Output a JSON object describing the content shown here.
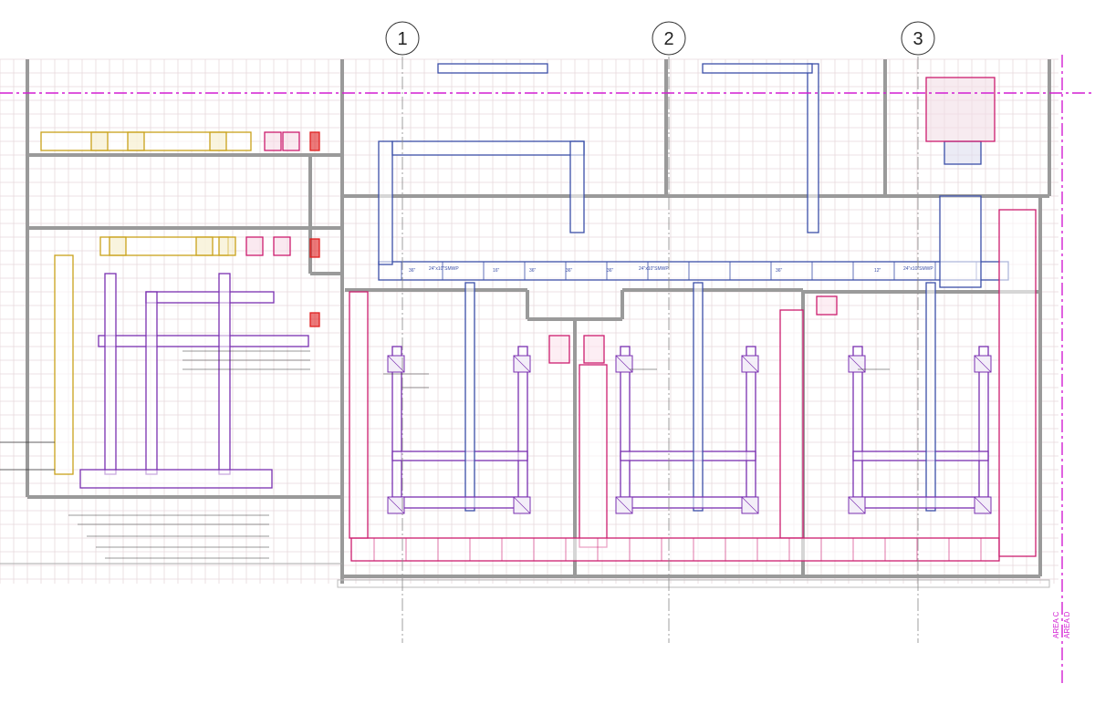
{
  "drawing": {
    "grid_bubbles": [
      "1",
      "2",
      "3"
    ],
    "area_labels": [
      "AREA C",
      "AREA D"
    ],
    "duct_labels": [
      "36\"",
      "24\"x10\"SMWP",
      "16\"",
      "36\"",
      "36\"",
      "36\"",
      "24\"x10\"SMWP",
      "36\"",
      "12\"",
      "24\"x10\"SMWP"
    ],
    "colors": {
      "supply_duct": "#3b4fa8",
      "exhaust_duct": "#cc1c6e",
      "return_duct": "#c9a21a",
      "transfer_duct": "#7a2fb0",
      "area_line": "#d21fd2",
      "wall": "#9a9a9a",
      "grid": "#e7d9dc"
    }
  }
}
